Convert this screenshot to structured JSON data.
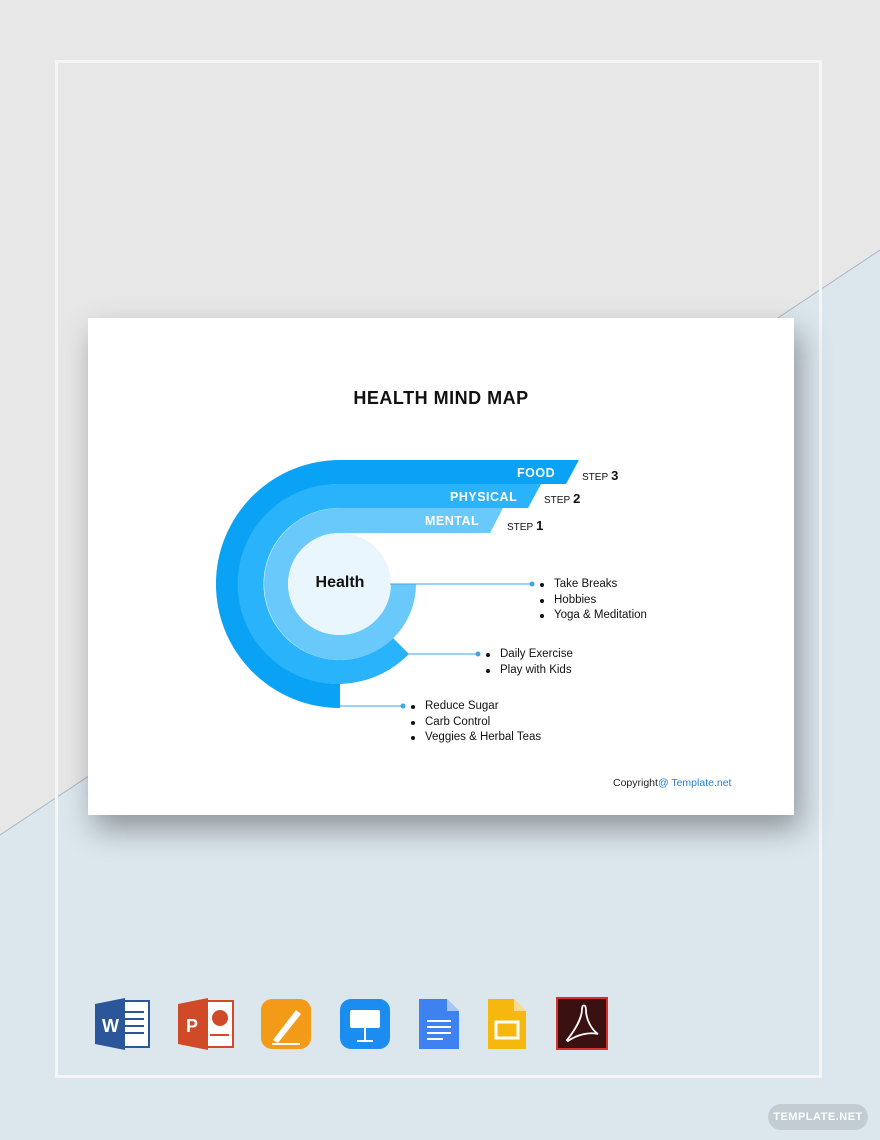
{
  "card": {
    "title": "HEALTH MIND MAP",
    "center": "Health",
    "bands": [
      {
        "label": "MENTAL",
        "step_word": "STEP",
        "step_num": "1",
        "color": "#69c9fb"
      },
      {
        "label": "PHYSICAL",
        "step_word": "STEP",
        "step_num": "2",
        "color": "#29b3fa"
      },
      {
        "label": "FOOD",
        "step_word": "STEP",
        "step_num": "3",
        "color": "#0aa2f5"
      }
    ],
    "groups": [
      {
        "items": [
          "Take Breaks",
          "Hobbies",
          "Yoga & Meditation"
        ]
      },
      {
        "items": [
          "Daily Exercise",
          "Play with Kids"
        ]
      },
      {
        "items": [
          "Reduce Sugar",
          "Carb Control",
          "Veggies & Herbal Teas"
        ]
      }
    ],
    "copyright_prefix": "Copyright",
    "copyright_site": "@ Template.net",
    "inner_circle_color": "#e9f6fe",
    "connector_color": "#3ea6e8"
  },
  "formats": [
    {
      "name": "word-icon",
      "color": "#2b579a"
    },
    {
      "name": "powerpoint-icon",
      "color": "#d04a27"
    },
    {
      "name": "pages-icon",
      "color": "#f39a19"
    },
    {
      "name": "keynote-icon",
      "color": "#1b8cf0"
    },
    {
      "name": "google-docs-icon",
      "color": "#3d82f0"
    },
    {
      "name": "google-slides-icon",
      "color": "#f6b80f"
    },
    {
      "name": "acrobat-icon",
      "color": "#3a1010"
    }
  ],
  "badge": "TEMPLATE.NET"
}
